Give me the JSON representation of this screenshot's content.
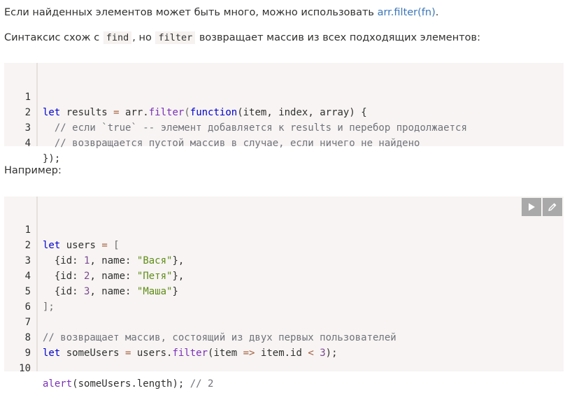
{
  "paragraph_1": {
    "text": "Если найденных элементов может быть много, можно использовать ",
    "link": "arr.filter(fn)",
    "end": "."
  },
  "paragraph_2": {
    "part1": "Синтаксис схож с ",
    "code1": "find",
    "part2": ", но ",
    "code2": "filter",
    "part3": " возвращает массив из всех подходящих элементов:"
  },
  "code_block_1": {
    "line_numbers": [
      "1",
      "2",
      "3",
      "4"
    ],
    "tokens": {
      "let": "let",
      "results": " results ",
      "eq": "=",
      "arr": " arr.",
      "filter": "filter",
      "open": "(",
      "function": "function",
      "params": "(item, index, array) {",
      "comment_1": "  // если `true` -- элемент добавляется к results и перебор продолжается",
      "comment_2": "  // возвращается пустой массив в случае, если ничего не найдено",
      "close": "});"
    }
  },
  "paragraph_3": {
    "text": "Например:"
  },
  "code_block_2": {
    "line_numbers": [
      "1",
      "2",
      "3",
      "4",
      "5",
      "6",
      "7",
      "8",
      "9",
      "10"
    ],
    "tokens": {
      "let": "let",
      "users": " users ",
      "eq": "=",
      "bracket_open": " [",
      "id_prefix": "  {id: ",
      "name_prefix": ", name: ",
      "obj_close": "},",
      "obj_close_last": "}",
      "id_1": "1",
      "id_2": "2",
      "id_3": "3",
      "name_1": "\"Вася\"",
      "name_2": "\"Петя\"",
      "name_3": "\"Маша\"",
      "bracket_close": "];",
      "comment_line_7": "// возвращает массив, состоящий из двух первых пользователей",
      "some_users": " someUsers ",
      "users_dot": " users.",
      "filter": "filter",
      "arrow_open": "(item ",
      "arrow": "=>",
      "item_id": " item.id ",
      "lt": "<",
      "three": " 3",
      "arrow_close": ");",
      "alert": "alert",
      "alert_args": "(someUsers.length); ",
      "alert_comment": "// 2"
    }
  },
  "toolbar": {
    "run_icon": "play-icon",
    "edit_icon": "pencil-icon"
  },
  "colors": {
    "keyword": "#0000cc",
    "function": "#7b2fb8",
    "comment": "#71737a",
    "string": "#5f8d15",
    "number": "#7a4a8f",
    "operator": "#a4603e",
    "link": "#3a76b8",
    "code_background": "#f7f4f3"
  }
}
